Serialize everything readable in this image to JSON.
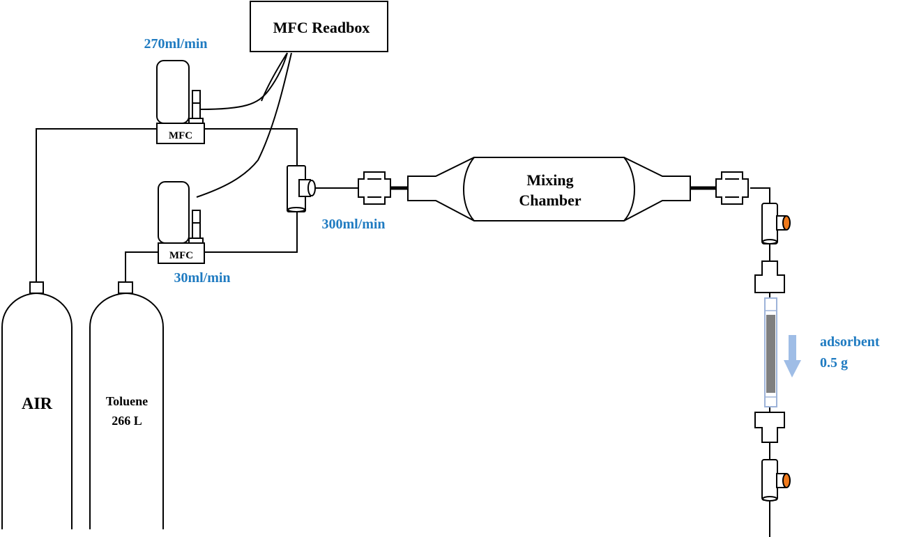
{
  "readbox": {
    "label": "MFC Readbox"
  },
  "mfc_top": {
    "label": "MFC",
    "flow": "270ml/min"
  },
  "mfc_bottom": {
    "label": "MFC",
    "flow": "30ml/min"
  },
  "mixed_flow": "300ml/min",
  "mixing_chamber": {
    "line1": "Mixing",
    "line2": "Chamber"
  },
  "cylinders": {
    "air": {
      "label": "AIR"
    },
    "toluene": {
      "line1": "Toluene",
      "line2": "266 L"
    }
  },
  "adsorbent": {
    "line1": "adsorbent",
    "line2": "0.5 g"
  },
  "colors": {
    "flow_label": "#1f7bc1",
    "valve_knob": "#f07a1c",
    "adsorbent_fill": "#7f7f7f",
    "arrow": "#9fbde6"
  }
}
